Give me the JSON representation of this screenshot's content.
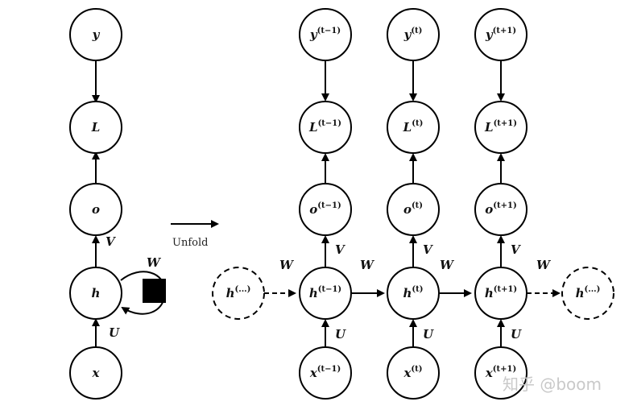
{
  "diagram": {
    "unfold_label": "Unfold",
    "watermark": "知乎 @boom",
    "edge_labels": {
      "W": "W",
      "V": "V",
      "U": "U"
    },
    "folded": {
      "y": {
        "base": "y",
        "sup": ""
      },
      "L": {
        "base": "L",
        "sup": ""
      },
      "o": {
        "base": "o",
        "sup": ""
      },
      "h": {
        "base": "h",
        "sup": ""
      },
      "x": {
        "base": "x",
        "sup": ""
      }
    },
    "columns": [
      {
        "y": {
          "base": "y",
          "sup": "(t−1)"
        },
        "L": {
          "base": "L",
          "sup": "(t−1)"
        },
        "o": {
          "base": "o",
          "sup": "(t−1)"
        },
        "h": {
          "base": "h",
          "sup": "(t−1)"
        },
        "x": {
          "base": "x",
          "sup": "(t−1)"
        }
      },
      {
        "y": {
          "base": "y",
          "sup": "(t)"
        },
        "L": {
          "base": "L",
          "sup": "(t)"
        },
        "o": {
          "base": "o",
          "sup": "(t)"
        },
        "h": {
          "base": "h",
          "sup": "(t)"
        },
        "x": {
          "base": "x",
          "sup": "(t)"
        }
      },
      {
        "y": {
          "base": "y",
          "sup": "(t+1)"
        },
        "L": {
          "base": "L",
          "sup": "(t+1)"
        },
        "o": {
          "base": "o",
          "sup": "(t+1)"
        },
        "h": {
          "base": "h",
          "sup": "(t+1)"
        },
        "x": {
          "base": "x",
          "sup": "(t+1)"
        }
      }
    ],
    "h_prev": {
      "base": "h",
      "sup": "(...)"
    },
    "h_next": {
      "base": "h",
      "sup": "(...)"
    }
  }
}
